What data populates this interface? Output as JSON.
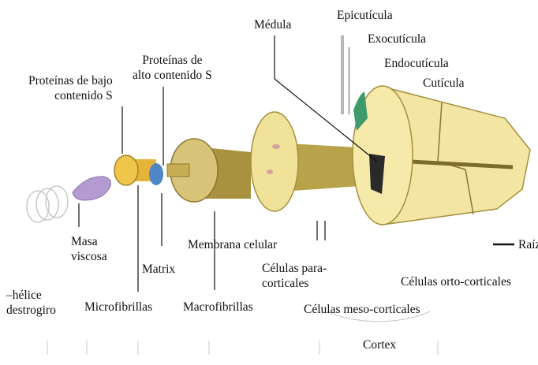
{
  "labels": {
    "medula": "Médula",
    "epicuticula": "Epicutícula",
    "exocuticula": "Exocutícula",
    "endocuticula": "Endocutícula",
    "cuticula": "Cutícula",
    "proteinas_alto": "Proteínas de\nalto contenido S",
    "proteinas_bajo": "Proteínas de bajo\ncontenido S",
    "masa_viscosa": "Masa\nviscosa",
    "matrix": "Matrix",
    "membrana_celular": "Membrana celular",
    "celulas_paracorticales": "Células para-\ncorticales",
    "raiz": "Raíz",
    "celulas_orto": "Células orto-corticales",
    "helice": "–hélice\ndestrogiro",
    "microfibrillas": "Microfibrillas",
    "macrofibrillas": "Macrofibrillas",
    "celulas_meso": "Células meso-corticales",
    "cortex": "Cortex"
  },
  "colors": {
    "outer_fill": "#f3e6a4",
    "outer_stroke": "#a58f3c",
    "dark_olive": "#7d6b2c",
    "mid_olive": "#a9923f",
    "medulla": "#2a2a2a",
    "cuticle_green": "#3f9a6b",
    "purple": "#b39ad0",
    "blue": "#4f86c6"
  }
}
